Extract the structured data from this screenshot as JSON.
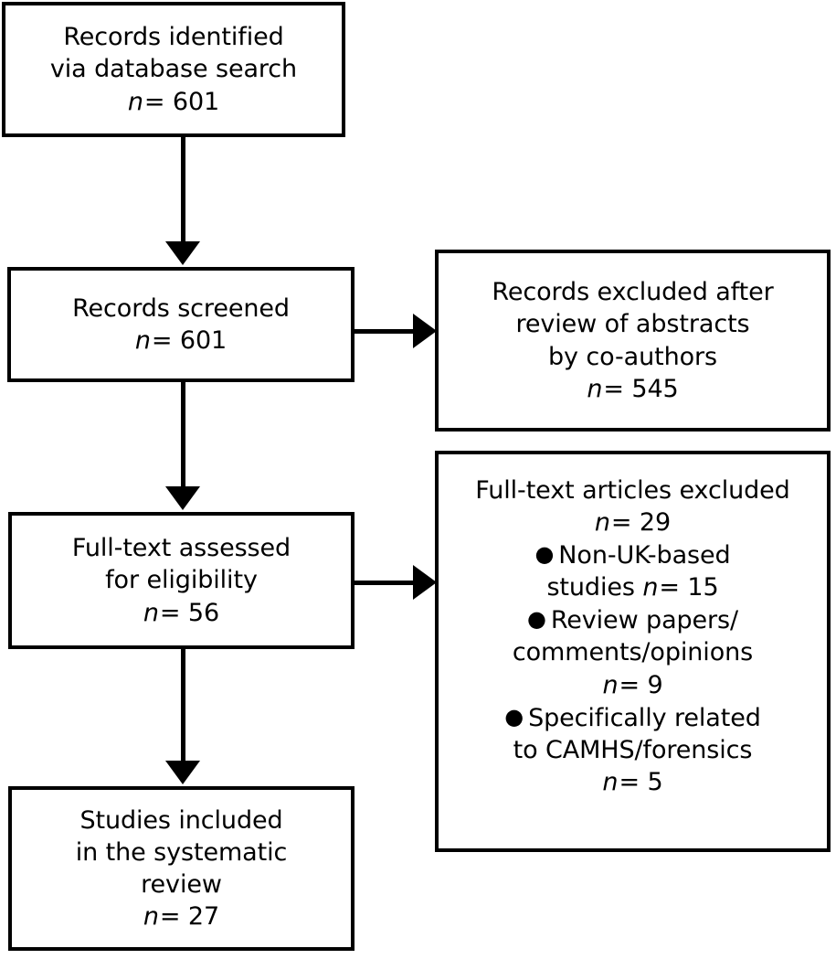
{
  "diagram": {
    "title": "PRISMA study selection flow diagram",
    "colors": {
      "stroke": "#000000",
      "background": "#ffffff",
      "text": "#000000"
    }
  },
  "boxes": {
    "records_identified": {
      "lines": [
        "Records identified",
        "via database search"
      ],
      "count_label": "n",
      "count_eq": "=",
      "count_value": "601"
    },
    "records_screened": {
      "lines": [
        "Records screened"
      ],
      "count_label": "n",
      "count_eq": "=",
      "count_value": "601"
    },
    "records_excluded": {
      "lines": [
        "Records excluded after",
        "review of abstracts",
        "by co-authors"
      ],
      "count_label": "n",
      "count_eq": "=",
      "count_value": "545"
    },
    "fulltext_assessed": {
      "lines": [
        "Full-text assessed",
        "for eligibility"
      ],
      "count_label": "n",
      "count_eq": "=",
      "count_value": "56"
    },
    "fulltext_excluded": {
      "lines": [
        "Full-text articles excluded"
      ],
      "count_label": "n",
      "count_eq": "=",
      "count_value": "29",
      "bullets": [
        {
          "bullet": "●",
          "line1": "Non-UK-based",
          "line2": "studies",
          "count_label": "n",
          "count_eq": "=",
          "count_value": "15",
          "count_inline": true
        },
        {
          "bullet": "●",
          "line1": "Review papers/",
          "line2": "comments/opinions",
          "count_label": "n",
          "count_eq": "=",
          "count_value": "9",
          "count_inline": false
        },
        {
          "bullet": "●",
          "line1": "Specifically related",
          "line2": "to CAMHS/forensics",
          "count_label": "n",
          "count_eq": "=",
          "count_value": "5",
          "count_inline": false
        }
      ]
    },
    "studies_included": {
      "lines": [
        "Studies included",
        "in the systematic",
        "review"
      ],
      "count_label": "n",
      "count_eq": "=",
      "count_value": "27"
    }
  },
  "chart_data": {
    "type": "diagram",
    "title": "PRISMA flow of study selection",
    "stages": [
      {
        "id": "records_identified",
        "label": "Records identified via database search",
        "n": 601
      },
      {
        "id": "records_screened",
        "label": "Records screened",
        "n": 601
      },
      {
        "id": "records_excluded",
        "label": "Records excluded after review of abstracts by co-authors",
        "n": 545
      },
      {
        "id": "fulltext_assessed",
        "label": "Full-text assessed for eligibility",
        "n": 56
      },
      {
        "id": "fulltext_excluded",
        "label": "Full-text articles excluded",
        "n": 29,
        "reasons": [
          {
            "label": "Non-UK-based studies",
            "n": 15
          },
          {
            "label": "Review papers/comments/opinions",
            "n": 9
          },
          {
            "label": "Specifically related to CAMHS/forensics",
            "n": 5
          }
        ]
      },
      {
        "id": "studies_included",
        "label": "Studies included in the systematic review",
        "n": 27
      }
    ],
    "edges": [
      {
        "from": "records_identified",
        "to": "records_screened",
        "direction": "down"
      },
      {
        "from": "records_screened",
        "to": "records_excluded",
        "direction": "right"
      },
      {
        "from": "records_screened",
        "to": "fulltext_assessed",
        "direction": "down"
      },
      {
        "from": "fulltext_assessed",
        "to": "fulltext_excluded",
        "direction": "right"
      },
      {
        "from": "fulltext_assessed",
        "to": "studies_included",
        "direction": "down"
      }
    ]
  }
}
